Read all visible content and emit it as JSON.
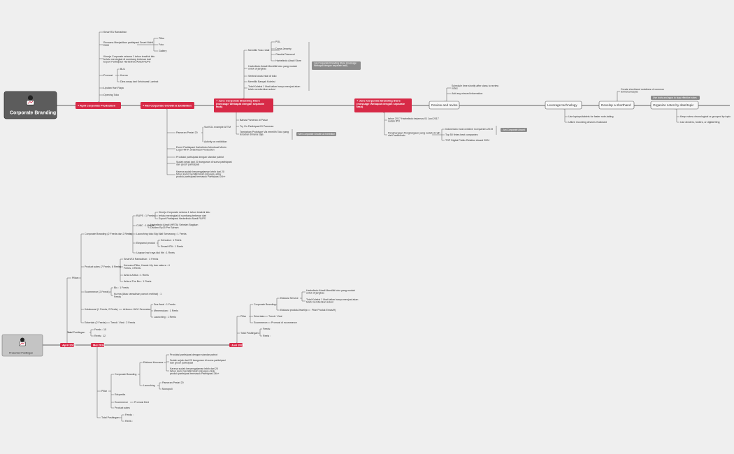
{
  "colors": {
    "background": "#efefef",
    "red": "#d72a47",
    "dark_node": "#5c5c5c",
    "grey_tag": "#8c8c8c"
  },
  "map1": {
    "root": "Corporate Branding",
    "apr": "+ April corporate Production",
    "mei": "+ Mei Corporate Growth & Exhibition",
    "jun1": [
      "+ June Corporate Branding Store",
      "(message Webapat dengan separate",
      "task)"
    ],
    "jun2": [
      "+ June Corporate Branding Store",
      "(message Webapat dengan separate",
      "task)"
    ],
    "review": "Review and revise",
    "leverage": "Leverage technology",
    "shorthand": "Develop a shorthand",
    "organize": "Organize notes by date/topic",
    "apr_children": [
      "Smart/TA Ramadhan",
      [
        "Rencana Menjadikan partisipasi Smart Mahil",
        "2000"
      ],
      [
        "Kinerja Corporate selama 1 tahun terakhir lalu",
        "terlalu meningkat di sumbang terbesar dari",
        "Export Partisipasi Harbelindo Abadi RUPS"
      ],
      "Promosi",
      "Liputan Hari Raya",
      "Opening Toko"
    ],
    "apr_sub_a": [
      "Pitku",
      "Foto",
      "Gallery"
    ],
    "apr_sub_b": [
      "BLU",
      "Kurma",
      "Dina away dari Keluhuwai Lambat"
    ],
    "mei_children": [
      "Pameran Pestel 20",
      [
        "Event Partisipasi Harbelindo Membuat Mesin",
        "Logo HRTK di Berhasil Production"
      ],
      "Produksi partisipasi dengan standar patriot",
      [
        "Sudah sejak dari 20 bangunan di suma partisipasi",
        "dan grosir partisipasi"
      ],
      [
        "Karena sudah berpengalaman lebih dari 20",
        "tahun kami memiliki telah inikuasa untuk",
        "produk partisipasi termasuk Partisipasi 24h+"
      ]
    ],
    "mei_sub": [
      "Via KOL example ATTM",
      "Activity on exhibition"
    ],
    "jun1_children": [
      "Memiliki Toko retail",
      [
        "Harbelindo Abadi Memiliki toko yang mudah",
        "untuk di jangkau"
      ],
      "Sentral lokasi nilai di toko",
      "Memiliki Banyak Koleksi",
      [
        "Total Koleksi 1 lihat kalian hanya menjual akan",
        "telah memberikan solusi"
      ],
      "Bahas Pameran di Pasar",
      "Try On Partisipasi Di Pameran",
      [
        "Tambahan Prototype Via memilih Toko yang",
        "tersebar dimana saja"
      ]
    ],
    "jun1_sub": [
      "POL",
      "Doma Jewelry",
      "Claudia Diamond",
      "Harbelindo Abadi Store"
    ],
    "jun2_children": [
      [
        "tahun 2017 Harbelindo terjemus 01 Juni 2017",
        "sudah IPO"
      ],
      [
        "Penghargaan Penghargaan yang sudah di raih",
        "oleh harbelindo"
      ]
    ],
    "jun2_sub": [
      "Indonesian most creative Companies 2019",
      "Top 50 fintes best companies",
      "TOP Digital Public Relation Award 2024"
    ],
    "review_children": [
      [
        "Schedule time shortly after class to review",
        "notes"
      ],
      "Add any missed information"
    ],
    "leverage_children": [
      "Use laptops/tablets for faster note-taking",
      "Utilize recording devices if allowed"
    ],
    "shorthand_children": [
      [
        "Create shorthand notations of common",
        "terms/concepts"
      ]
    ],
    "organize_children": [
      "Keep notes chronological or grouped by topic",
      "Use dividers, folders, or digital filing"
    ],
    "grey_tags": [
      [
        "Jun Corporate Branding Store (message",
        "Webapat dengan separate task)"
      ],
      "Mei Corporate Growth & Exhibition",
      "Jun Corporate Award",
      "Use tools and apps to stay effective notes"
    ]
  },
  "map2": {
    "root": "Presented Positingan",
    "apr": "April 2024",
    "mei": "Mei 2024",
    "jun": "Juni 2024",
    "apr_children": [
      "Pillar",
      "Total Positingan"
    ],
    "apr_pillar": [
      "Corporate Branding (2 Feeds dan 2 Reels)",
      "Product sales (7 Feeds, 8 Reels)",
      "Ecommerce (2 Feeds)",
      "Kolaborasi (1 Feeds, 2 Reels)",
      "Entertain (2 Feeds)"
    ],
    "apr_cb": [
      "RUPS : 1 Feeds",
      "OJBC : 1 Feeds",
      "Launching toko Big Mall Semarang : 1 Feeds",
      "Ekspansi produk",
      "Ucapan hari raya idul fitri : 1 Reels"
    ],
    "apr_cb_rups": [
      "Kinerja Corporate selama 1 tahun terakhir lalu",
      "terlalu meningkat di sumbang terbesar dari",
      "Export Partisipasi Harbelindo Abadi RUPS"
    ],
    "apr_cb_ojbc": [
      "Harbelindo Abadi (HRTA) Sebelah Bagikan",
      "Dividen Rp15 Per Saham"
    ],
    "apr_cb_eksp": [
      "Kencana : 1 Reels",
      "Emas/HTA : 1 Reels"
    ],
    "apr_ps": [
      "Smart/TA Ramadhan : 3 Feeds",
      [
        "Kencana Pitku, Karatz Lily dan sakura : 4",
        "Feeds, 3 Reels"
      ],
      "Artiora Artika : 1 Reels",
      "Artiora The Bro : 1 Reels"
    ],
    "apr_ec": [
      "Blu : 1 Feeds",
      [
        "Kurma (Atau ramadhan pomoh melihat) : 1",
        "Feeds"
      ]
    ],
    "apr_ko": "Artiora x HAYI Semesta",
    "apr_ko_sub": [
      "Sna Awal : 1 Feeds",
      "Menemukan : 1 Reels",
      "Launching : 1 Reels"
    ],
    "apr_en": "Trend / Viral : 2 Feeds",
    "apr_total": [
      "Feeds : 15",
      "Reels : 12"
    ],
    "mei_children": [
      "Pillar",
      "Total Positingan"
    ],
    "mei_pillar": [
      "Corporate Branding",
      "Edupedia",
      "Ecommerce",
      "Product sales"
    ],
    "mei_cb": [
      "Edukasi Kencana",
      "Launching"
    ],
    "mei_edu": [
      "Produksi partisipasi dengan standar patriot",
      [
        "Sudah sejak dari 20 bangunan di suma partisipasi",
        "dan grosir partisipasi"
      ],
      [
        "Karena sudah berpengalaman lebih dari 20",
        "tahun kami memiliki telah inikuasa untuk",
        "produk partisipasi termasuk Partisipasi 24h+"
      ]
    ],
    "mei_lau": [
      "Pameran Pestel 20",
      "Monopoli"
    ],
    "mei_ec": "Promosi BLU",
    "mei_total": [
      "Feeds :",
      "Reels :"
    ],
    "jun_children": [
      "Pillar",
      "Total Positingan"
    ],
    "jun_pillar": [
      "Corporate Branding",
      "Entertain",
      "Ecommerce"
    ],
    "jun_cb": [
      "Edukasi Service",
      "Edukasi produk/Jewelry"
    ],
    "jun_srv": [
      [
        "Harbelindo Abadi Memiliki toko yang mudah",
        "untuk di jangkau"
      ],
      [
        "Total Koleksi 1 lihat kalian hanya menjual akan",
        "telah memberikan solusi"
      ]
    ],
    "jun_prd": "Pilar Produk Emas/Hj",
    "jun_en": "Trend / Viral",
    "jun_ec": "Promosi di ecommerce",
    "jun_total": [
      "Feeds :",
      "Reels :"
    ]
  }
}
